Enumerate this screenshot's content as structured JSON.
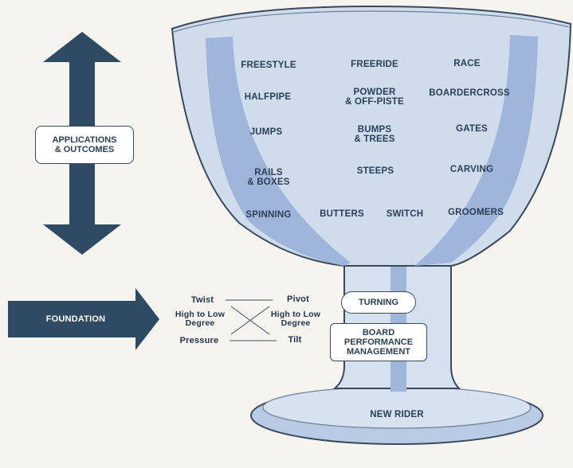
{
  "side": {
    "applications_label": "APPLICATIONS\n& OUTCOMES",
    "foundation_label": "FOUNDATION"
  },
  "bowl_items": {
    "r1": [
      "FREESTYLE",
      "FREERIDE",
      "RACE"
    ],
    "r2": [
      "HALFPIPE",
      "POWDER\n& OFF-PISTE",
      "BOARDERCROSS"
    ],
    "r3": [
      "JUMPS",
      "BUMPS\n& TREES",
      "GATES"
    ],
    "r4": [
      "RAILS\n& BOXES",
      "STEEPS",
      "CARVING"
    ],
    "r5": [
      "SPINNING",
      "BUTTERS",
      "SWITCH",
      "GROOMERS"
    ]
  },
  "stem": {
    "turning": "TURNING",
    "bpm": "BOARD\nPERFORMANCE\nMANAGEMENT"
  },
  "base": {
    "new_rider": "NEW RIDER"
  },
  "foundation_terms": {
    "twist": "Twist",
    "pivot": "Pivot",
    "high_low_left": "High to Low\nDegree",
    "high_low_right": "High to Low\nDegree",
    "pressure": "Pressure",
    "tilt": "Tilt"
  },
  "colors": {
    "arrow": "#2f4a63",
    "glass_fill": "#cfdcec",
    "glass_light": "#e6edf6",
    "water": "#9fb6da",
    "outline": "#3a4a5a",
    "text": "#2a3f55"
  }
}
